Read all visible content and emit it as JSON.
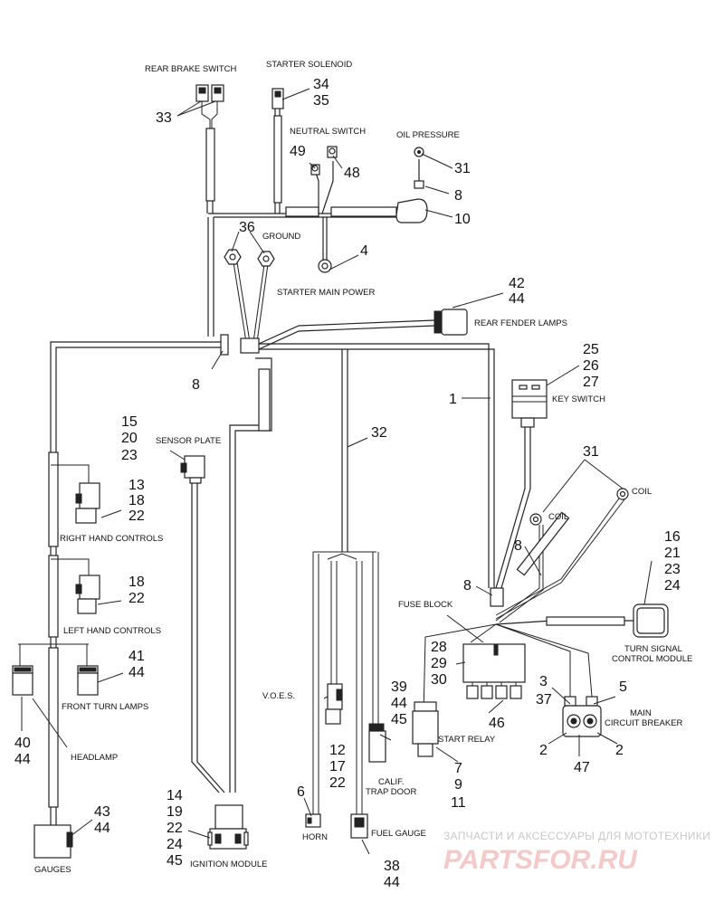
{
  "labels": {
    "rear_brake_switch": "REAR BRAKE SWITCH",
    "starter_solenoid": "STARTER SOLENOID",
    "neutral_switch": "NEUTRAL SWITCH",
    "oil_pressure": "OIL PRESSURE",
    "ground": "GROUND",
    "starter_main_power": "STARTER MAIN POWER",
    "rear_fender_lamps": "REAR FENDER LAMPS",
    "key_switch": "KEY SWITCH",
    "sensor_plate": "SENSOR PLATE",
    "coil_a": "COIL",
    "coil_b": "COIL",
    "right_hand_controls": "RIGHT HAND CONTROLS",
    "left_hand_controls": "LEFT HAND CONTROLS",
    "fuse_block": "FUSE BLOCK",
    "turn_signal_line1": "TURN SIGNAL",
    "turn_signal_line2": "CONTROL MODULE",
    "front_turn_lamps": "FRONT TURN LAMPS",
    "voes": "V.O.E.S.",
    "main_cb_line1": "MAIN",
    "main_cb_line2": "CIRCUIT BREAKER",
    "headlamp": "HEADLAMP",
    "start_relay": "START RELAY",
    "calif_line1": "CALIF.",
    "calif_line2": "TRAP DOOR",
    "horn": "HORN",
    "fuel_gauge": "FUEL GAUGE",
    "ignition_module": "IGNITION MODULE",
    "gauges": "GAUGES"
  },
  "callouts": {
    "c33": "33",
    "c34": "34",
    "c35": "35",
    "c49": "49",
    "c48": "48",
    "c31a": "31",
    "c8a": "8",
    "c10": "10",
    "c36": "36",
    "c4": "4",
    "c42": "42",
    "c44a": "44",
    "c8b": "8",
    "c25": "25",
    "c26": "26",
    "c27": "27",
    "c1": "1",
    "c32": "32",
    "c15": "15",
    "c20": "20",
    "c23a": "23",
    "c31b": "31",
    "c13": "13",
    "c18a": "18",
    "c22a": "22",
    "c16": "16",
    "c21": "21",
    "c23b": "23",
    "c24a": "24",
    "c8c": "8",
    "c8d": "8",
    "c18b": "18",
    "c22b": "22",
    "c41": "41",
    "c44b": "44",
    "c28": "28",
    "c29": "29",
    "c30": "30",
    "c39": "39",
    "c44c": "44",
    "c45a": "45",
    "c3": "3",
    "c37": "37",
    "c5": "5",
    "c46": "46",
    "c40": "40",
    "c44d": "44",
    "c12": "12",
    "c17": "17",
    "c22c": "22",
    "c2a": "2",
    "c2b": "2",
    "c47": "47",
    "c7": "7",
    "c9": "9",
    "c11": "11",
    "c14": "14",
    "c19": "19",
    "c22d": "22",
    "c24b": "24",
    "c45b": "45",
    "c6": "6",
    "c43": "43",
    "c44e": "44",
    "c38": "38",
    "c44f": "44"
  },
  "watermark": {
    "line1": "ЗАПЧАСТИ И АКСЕССУАРЫ ДЛЯ МОТОТЕХНИКИ",
    "line2": "PARTSFOR.RU"
  }
}
